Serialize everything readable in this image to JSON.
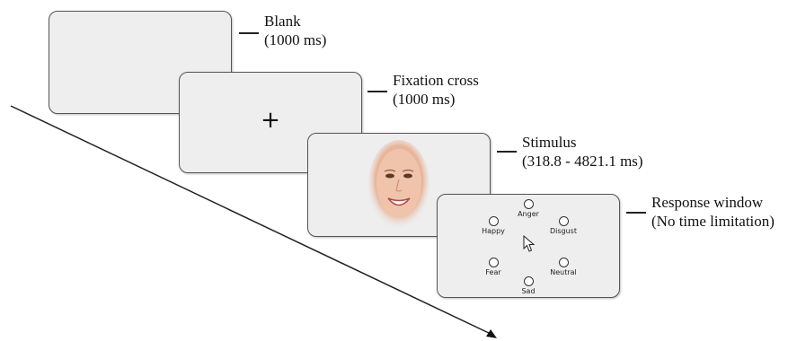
{
  "steps": [
    {
      "title": "Blank",
      "detail": "(1000 ms)"
    },
    {
      "title": "Fixation cross",
      "detail": "(1000 ms)"
    },
    {
      "title": "Stimulus",
      "detail": "(318.8 - 4821.1 ms)"
    },
    {
      "title": "Response window",
      "detail": "(No time limitation)"
    }
  ],
  "fixation_symbol": "+",
  "response_options": {
    "anger": "Anger",
    "happy": "Happy",
    "disgust": "Disgust",
    "fear": "Fear",
    "neutral": "Neutral",
    "sad": "Sad"
  },
  "icons": {
    "cursor": "mouse-cursor-icon",
    "face": "face-stimulus-image",
    "arrow": "time-arrow-icon"
  }
}
